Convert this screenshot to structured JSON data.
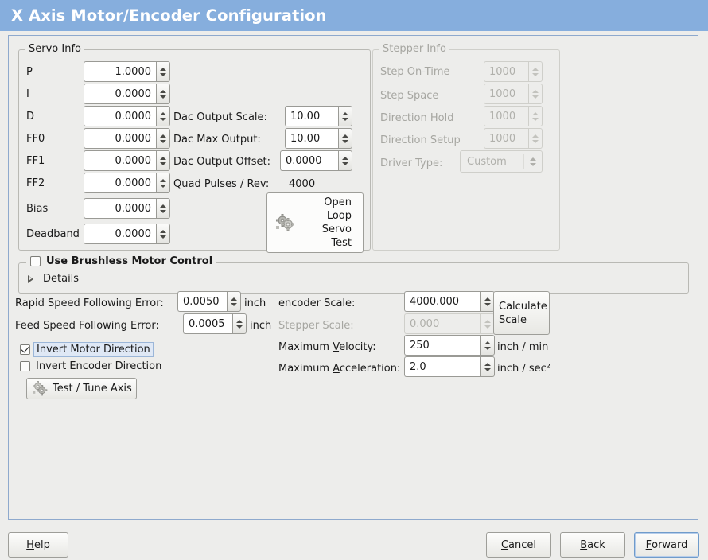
{
  "window": {
    "title": "X Axis Motor/Encoder Configuration",
    "title_bar_color": "#86aedd",
    "background_color": "#ededeb"
  },
  "servo_info": {
    "frame_label": "Servo Info",
    "rows": [
      {
        "label": "P",
        "value": "1.0000"
      },
      {
        "label": "I",
        "value": "0.0000"
      },
      {
        "label": "D",
        "value": "0.0000"
      },
      {
        "label": "FF0",
        "value": "0.0000"
      },
      {
        "label": "FF1",
        "value": "0.0000"
      },
      {
        "label": "FF2",
        "value": "0.0000"
      },
      {
        "label": "Bias",
        "value": "0.0000"
      },
      {
        "label": "Deadband",
        "value": "0.0000"
      }
    ],
    "dac": [
      {
        "label": "Dac Output Scale:",
        "value": "10.00"
      },
      {
        "label": "Dac Max Output:",
        "value": "10.00"
      },
      {
        "label": "Dac Output Offset:",
        "value": "0.0000"
      }
    ],
    "quad_pulses_label": "Quad Pulses / Rev:",
    "quad_pulses_value": "4000",
    "open_loop_button": {
      "line1": "Open",
      "line2": "Loop",
      "line3": "Servo",
      "line4": "Test",
      "icon": "gears-icon"
    }
  },
  "stepper_info": {
    "frame_label": "Stepper Info",
    "disabled": true,
    "rows": [
      {
        "label": "Step On-Time",
        "value": "1000"
      },
      {
        "label": "Step Space",
        "value": "1000"
      },
      {
        "label": "Direction Hold",
        "value": "1000"
      },
      {
        "label": "Direction Setup",
        "value": "1000"
      }
    ],
    "driver_type_label": "Driver Type:",
    "driver_type_value": "Custom"
  },
  "brushless": {
    "frame_label": "Use Brushless Motor Control",
    "checked": false,
    "details_label": "Details",
    "details_expanded": false
  },
  "following_error": {
    "rapid_label": "Rapid Speed Following Error:",
    "rapid_value": "0.0050",
    "rapid_unit": "inch",
    "feed_label": "Feed Speed Following Error:",
    "feed_value": "0.0005",
    "feed_unit": "inch"
  },
  "direction": {
    "invert_motor_label": "Invert Motor Direction",
    "invert_motor_checked": true,
    "invert_motor_focused": true,
    "invert_encoder_label": "Invert Encoder Direction",
    "invert_encoder_checked": false
  },
  "test_tune_button": {
    "label": "Test / Tune Axis",
    "icon": "gears-icon"
  },
  "scales": {
    "encoder_label": "encoder Scale:",
    "encoder_value": "4000.000",
    "stepper_label": "Stepper Scale:",
    "stepper_value": "0.000",
    "stepper_disabled": true,
    "calculate_button_line1": "Calculate",
    "calculate_button_line2": "Scale",
    "max_velocity_label_pre": "Maximum ",
    "max_velocity_label_mn": "V",
    "max_velocity_label_post": "elocity:",
    "max_velocity_value": "250",
    "max_velocity_unit": "inch / min",
    "max_accel_label_pre": "Maximum ",
    "max_accel_label_mn": "A",
    "max_accel_label_post": "cceleration:",
    "max_accel_value": "2.0",
    "max_accel_unit": "inch / sec²"
  },
  "footer": {
    "help_pre": "",
    "help_mn": "H",
    "help_post": "elp",
    "cancel_pre": "",
    "cancel_mn": "C",
    "cancel_post": "ancel",
    "back_pre": "",
    "back_mn": "B",
    "back_post": "ack",
    "forward_pre": "",
    "forward_mn": "F",
    "forward_post": "orward",
    "forward_focused": true
  }
}
